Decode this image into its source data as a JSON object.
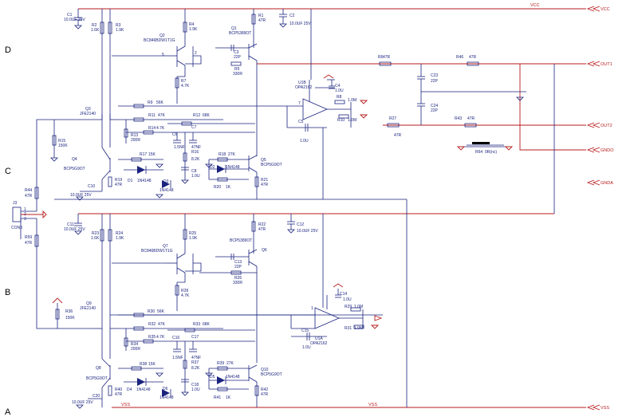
{
  "zones": [
    "D",
    "C",
    "B",
    "A"
  ],
  "nets": {
    "vcc": "VCC",
    "vss": "VSS",
    "out1": "OUT1",
    "out2": "OUT2",
    "gndo": "GNDO",
    "gnda": "GNDA"
  },
  "upper": {
    "c1": [
      "C1",
      "10.0UF 25V"
    ],
    "r2": [
      "R2",
      "1.6K"
    ],
    "r3": [
      "R3",
      "1.9K"
    ],
    "q2": [
      "Q2",
      "BC846BDW1T1G"
    ],
    "r4": [
      "R4",
      "1.9K"
    ],
    "r1": [
      "R1",
      "47R"
    ],
    "q1": [
      "Q1",
      "BCP5389OT"
    ],
    "c2": [
      "C2",
      "10.0UF 25V"
    ],
    "c3": [
      "C3",
      "22P"
    ],
    "r5": [
      "R5",
      "330R"
    ],
    "r7": [
      "R7",
      "4.7K"
    ],
    "q3": [
      "Q3",
      "JFE2140"
    ],
    "r9": [
      "R9",
      "56K"
    ],
    "r11": [
      "R11",
      "47K"
    ],
    "r12": [
      "R12",
      "68K"
    ],
    "r13": [
      "R13",
      "200R"
    ],
    "r14": [
      "R14",
      "4.7K"
    ],
    "c6": [
      "C6",
      "1.5NF"
    ],
    "c7": [
      "C7",
      "47NF"
    ],
    "r16": [
      "R16",
      "8.2K"
    ],
    "c8": [
      "C8",
      "1.0U"
    ],
    "r15": [
      "R15",
      "150K"
    ],
    "q4": [
      "Q4",
      "BCP5G9OT"
    ],
    "r17": [
      "R17",
      "15K"
    ],
    "r19": [
      "R19",
      "47R"
    ],
    "d1": [
      "D1",
      "1N4148"
    ],
    "d3": [
      "D3",
      "1N4148"
    ],
    "c10": [
      "C10",
      "10.0UF 25V"
    ],
    "r18": [
      "R18",
      "27K"
    ],
    "d2": [
      "D2",
      "1N4148"
    ],
    "r20": [
      "R20",
      "1K"
    ],
    "q5": [
      "Q5",
      "BCP5G9OT"
    ],
    "r21": [
      "R21",
      "47R"
    ],
    "u1b": [
      "U1B",
      "OPA2162"
    ],
    "c4": [
      "C4",
      "1.0U"
    ],
    "c5": [
      "C5",
      "1.0U"
    ],
    "r8": [
      "R8",
      "1.0M"
    ],
    "r10": [
      "R10",
      "1.0M"
    ]
  },
  "output": {
    "r6": [
      "R6",
      "47R"
    ],
    "r46": [
      "R46",
      "47R"
    ],
    "c23": [
      "C23",
      "22P"
    ],
    "c24": [
      "C24",
      "22P"
    ],
    "r27": [
      "R27",
      "47R"
    ],
    "r43": [
      "R43",
      "47R"
    ],
    "r64": [
      "R64",
      "0R(nc)"
    ]
  },
  "input": {
    "j3": [
      "J3",
      "CON3"
    ],
    "r44": [
      "R44",
      "47R"
    ],
    "r59": [
      "R59",
      "47R"
    ],
    "pins": [
      "1",
      "2",
      "3"
    ]
  },
  "lower": {
    "c11": [
      "C11",
      "10.0UF 25V"
    ],
    "r23": [
      "R23",
      "1.6K"
    ],
    "r24": [
      "R24",
      "1.9K"
    ],
    "r25": [
      "R25",
      "1.9K"
    ],
    "r22": [
      "R22",
      "47R"
    ],
    "c12": [
      "C12",
      "10.0UF 25V"
    ],
    "q7": [
      "Q7",
      "BC846BDW1T1G"
    ],
    "q6_part": "BCP5389OT",
    "q6": "Q6",
    "c13": [
      "C13",
      "22P"
    ],
    "r26": [
      "R26",
      "330R"
    ],
    "r28": [
      "R28",
      "4.7K"
    ],
    "r36": [
      "R36",
      "150K"
    ],
    "q9": [
      "Q9",
      "JFE2140"
    ],
    "r30": [
      "R30",
      "56K"
    ],
    "r32": [
      "R32",
      "47K"
    ],
    "r33": [
      "R33",
      "68K"
    ],
    "r34": [
      "R34",
      "200R"
    ],
    "r35": [
      "R35",
      "4.7K"
    ],
    "c16": [
      "C16",
      "1.5NF"
    ],
    "c17": [
      "C17",
      "47NF"
    ],
    "r37": [
      "R37",
      "8.2K"
    ],
    "c18": [
      "C18",
      "1.0U"
    ],
    "q8": [
      "Q8",
      "BCP5G9OT"
    ],
    "r38": [
      "R38",
      "15K"
    ],
    "r40": [
      "R40",
      "47R"
    ],
    "d4": [
      "D4",
      "1N4148"
    ],
    "d6": [
      "D6",
      "1N4148"
    ],
    "c20": [
      "C20",
      "10.0UF 25V"
    ],
    "r39": [
      "R39",
      "27K"
    ],
    "d5": [
      "D5",
      "1N4148"
    ],
    "r41": [
      "R41",
      "1K"
    ],
    "q10": [
      "Q10",
      "BCP5G9OT"
    ],
    "r42": [
      "R42",
      "47R"
    ],
    "u1a": [
      "U1A",
      "OPA2162"
    ],
    "c14": [
      "C14",
      "1.0U"
    ],
    "c15": [
      "C15",
      "1.0U"
    ],
    "r29": [
      "R29",
      "1.0M"
    ],
    "r31": [
      "R31",
      "1.0M"
    ]
  }
}
